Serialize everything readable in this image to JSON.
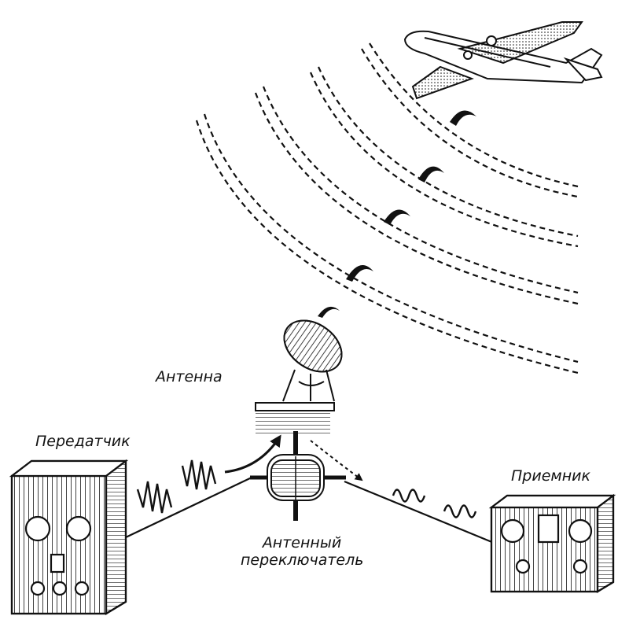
{
  "labels": {
    "antenna": "Антенна",
    "transmitter": "Передатчик",
    "receiver": "Приемник",
    "switch_line1": "Антенный",
    "switch_line2": "переключатель"
  },
  "colors": {
    "ink": "#111111",
    "background": "#ffffff"
  },
  "icons": {
    "aircraft": "airplane-icon",
    "antenna": "radar-dish-icon",
    "transmitter": "transmitter-box-icon",
    "receiver": "receiver-box-icon",
    "switch": "antenna-switch-icon"
  }
}
